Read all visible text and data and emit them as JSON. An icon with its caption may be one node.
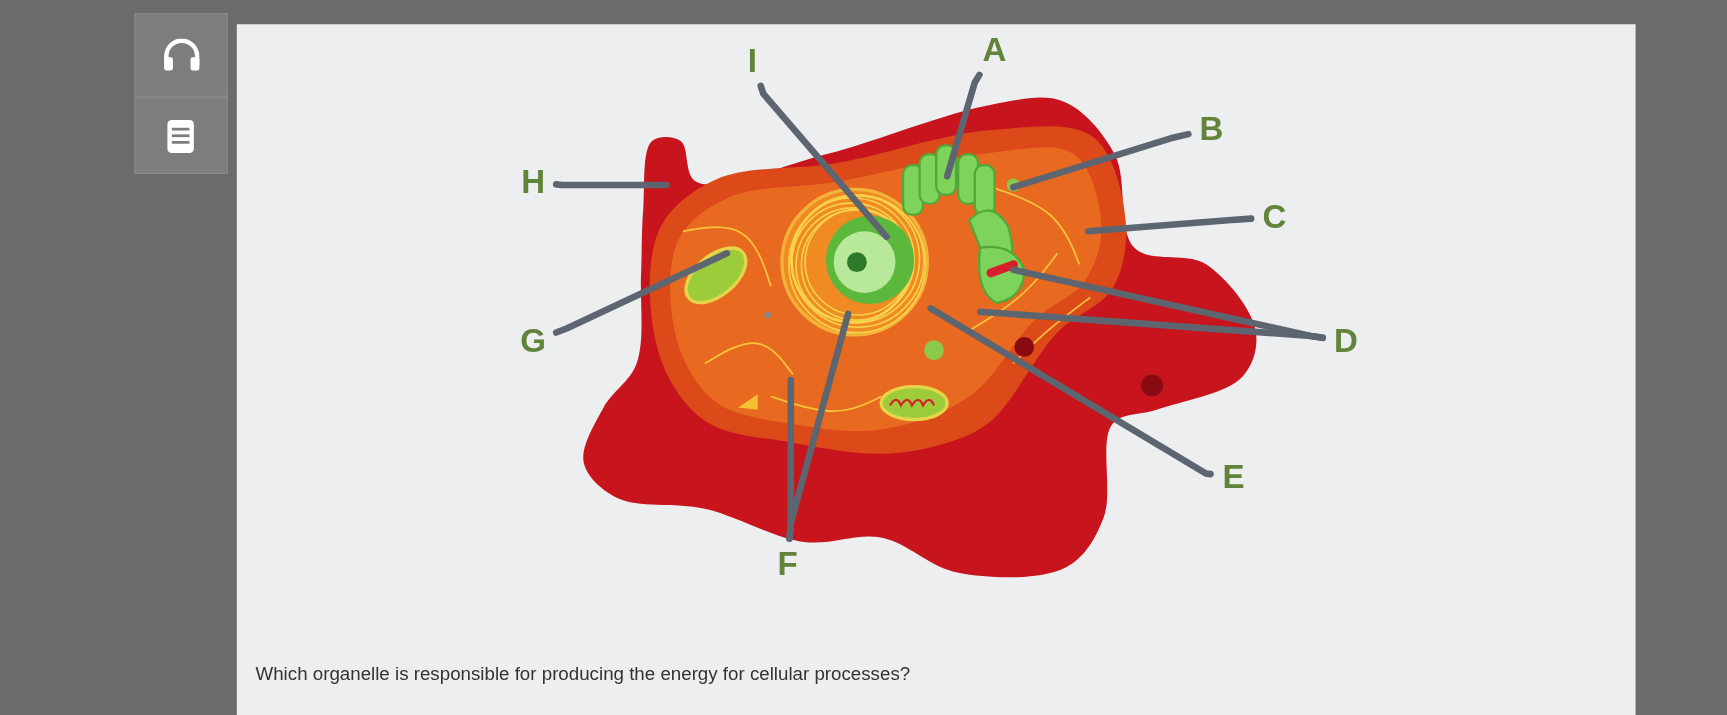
{
  "diagram": {
    "nodes": [
      {
        "text": [
          "I"
        ]
      },
      {
        "text": [
          "A"
        ]
      },
      {
        "text": [
          "B"
        ]
      },
      {
        "text": [
          "H"
        ]
      },
      {
        "text": [
          "C"
        ]
      },
      {
        "text": [
          "G"
        ]
      },
      {
        "text": [
          "D"
        ]
      },
      {
        "text": [
          "E"
        ]
      },
      {
        "text": [
          "F"
        ]
      }
    ],
    "edges": [
      {
        "from": 0,
        "to": null,
        "arrow": "none"
      },
      {
        "from": 1,
        "to": null,
        "arrow": "none"
      },
      {
        "from": 2,
        "to": null,
        "arrow": "none"
      },
      {
        "from": 3,
        "to": null,
        "arrow": "none"
      },
      {
        "from": 4,
        "to": null,
        "arrow": "none"
      },
      {
        "from": 5,
        "to": null,
        "arrow": "none"
      },
      {
        "from": 6,
        "to": null,
        "arrow": "none"
      },
      {
        "from": 6,
        "to": null,
        "arrow": "none"
      },
      {
        "from": 7,
        "to": null,
        "arrow": "none"
      },
      {
        "from": 8,
        "to": null,
        "arrow": "none"
      },
      {
        "from": 8,
        "to": null,
        "arrow": "none"
      }
    ],
    "labels": [
      "Which organelle is responsible for producing the energy for cellular processes?"
    ]
  }
}
